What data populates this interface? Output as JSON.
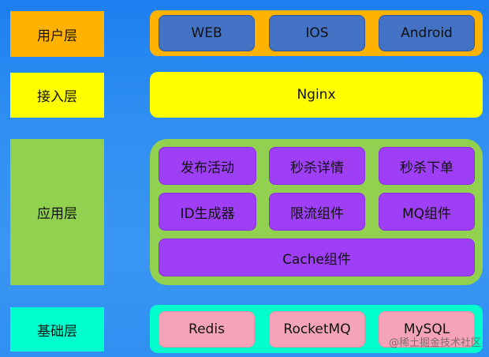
{
  "layers": {
    "user": {
      "label": "用户层",
      "items": [
        "WEB",
        "IOS",
        "Android"
      ]
    },
    "access": {
      "label": "接入层",
      "items": [
        "Nginx"
      ]
    },
    "app": {
      "label": "应用层",
      "items": [
        "发布活动",
        "秒杀详情",
        "秒杀下单",
        "ID生成器",
        "限流组件",
        "MQ组件",
        "Cache组件"
      ]
    },
    "base": {
      "label": "基础层",
      "items": [
        "Redis",
        "RocketMQ",
        "MySQL"
      ]
    }
  },
  "watermark": "@稀土掘金技术社区",
  "colors": {
    "background": "#2f8ff2",
    "user": "#ffb300",
    "user_box": "#4472c4",
    "access": "#ffff00",
    "app": "#92d050",
    "app_box": "#9f3ff5",
    "base": "#00ffcc",
    "base_box": "#f4a3b8"
  }
}
